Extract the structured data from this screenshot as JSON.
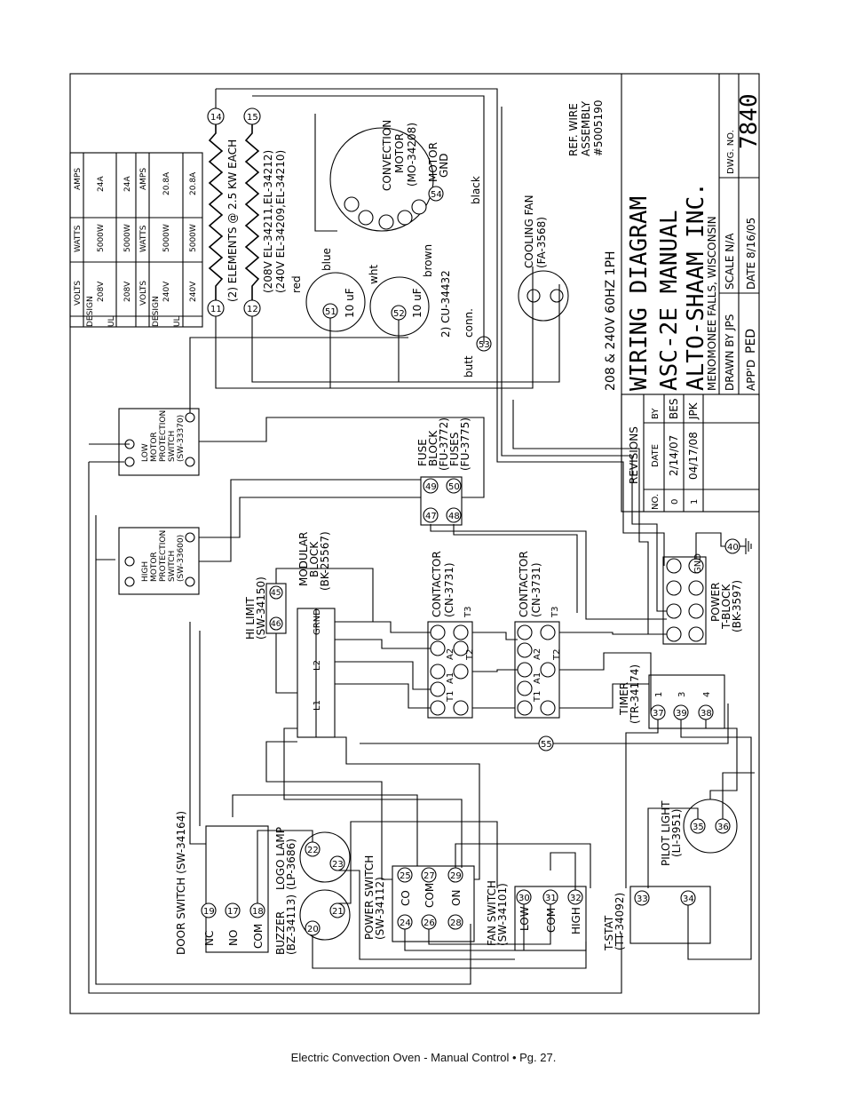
{
  "footer": {
    "text": "Electric Convection Oven - Manual Control  •  Pg. 27."
  },
  "title_block": {
    "line1": "208 & 240V 60HZ 1PH",
    "title": "WIRING DIAGRAM",
    "subtitle": "ASC-2E MANUAL",
    "company": "ALTO-SHAAM INC.",
    "location": "MENOMONEE FALLS, WISCONSIN",
    "drawn_by": "DRAWN BY JPS",
    "scale": "SCALE   N/A",
    "dwg_label": "DWG. NO.",
    "dwg_no": "7840",
    "appd": "APP'D",
    "appd_value": "PED",
    "date": "DATE 8/16/05",
    "ref1": "REF. WIRE",
    "ref2": "ASSEMBLY",
    "ref3": "#5005190"
  },
  "revisions": {
    "title": "REVISIONS",
    "headers": [
      "NO.",
      "DATE",
      "BY"
    ],
    "rows": [
      [
        "0",
        "2/14/07",
        "BES"
      ],
      [
        "1",
        "04/17/08",
        "JPK"
      ]
    ]
  },
  "ul_table": {
    "headers": [
      "VOLTS",
      "WATTS",
      "AMPS"
    ],
    "rows": [
      [
        "208V",
        "5000W",
        "24A"
      ],
      [
        "208V",
        "5000W",
        "24A"
      ],
      [
        "240V",
        "5000W",
        "20.8A"
      ],
      [
        "240V",
        "5000W",
        "20.8A"
      ]
    ],
    "side": [
      "UL",
      "DESIGN",
      "UL",
      "DESIGN"
    ]
  },
  "elements": {
    "line1": "(2) ELEMENTS @ 2.5 KW EACH",
    "line2": "(208V EL-34211,EL-34212)",
    "line3": "(240V EL-34209,EL-34210)",
    "t11": "11",
    "t12": "12",
    "t14": "14",
    "t15": "15"
  },
  "motor": {
    "label1": "CONVECTION",
    "label2": "MOTOR",
    "label3": "(MO-34208)",
    "gnd1": "MOTOR",
    "gnd2": "GND",
    "t54": "54"
  },
  "capacitors": {
    "red": "red",
    "blue": "blue",
    "wht": "wht",
    "brown": "brown",
    "black": "black",
    "cap1": "10 uF",
    "cap2": "10 uF",
    "t51": "51",
    "t52": "52",
    "cu": "2) CU-34432",
    "butt1": "butt",
    "butt2": "conn.",
    "t53": "53"
  },
  "cooling_fan": {
    "label1": "COOLING FAN",
    "label2": "(FA-3568)"
  },
  "low_switch": {
    "l1": "LOW",
    "l2": "MOTOR",
    "l3": "PROTECTION",
    "l4": "SWITCH",
    "l5": "(SW-33370)"
  },
  "high_switch": {
    "l1": "HIGH",
    "l2": "MOTOR",
    "l3": "PROTECTION",
    "l4": "SWITCH",
    "l5": "(SW-33600)"
  },
  "fuse": {
    "l1": "FUSE",
    "l2": "BLOCK",
    "l3": "(FU-3772)",
    "l4": "FUSES",
    "l5": "(FU-3775)",
    "t": [
      "47",
      "48",
      "49",
      "50"
    ]
  },
  "hilimit": {
    "l1": "HI LIMIT",
    "l2": "(SW-34150)",
    "t45": "45",
    "t46": "46"
  },
  "modular": {
    "l1": "MODULAR",
    "l2": "BLOCK",
    "l3": "(BK-25567)",
    "cols": [
      "L1",
      "L2",
      "GRND"
    ]
  },
  "contactor1": {
    "l1": "CONTACTOR",
    "l2": "(CN-3731)",
    "T3": "T3",
    "T2": "T2",
    "T1": "T1",
    "A1": "A1",
    "A2": "A2"
  },
  "contactor2": {
    "l1": "CONTACTOR",
    "l2": "(CN-3731)",
    "T3": "T3",
    "T2": "T2",
    "T1": "T1",
    "A1": "A1",
    "A2": "A2"
  },
  "power_block": {
    "l1": "POWER",
    "l2": "T-BLOCK",
    "l3": "(BK-3597)",
    "gnd": "GND",
    "t40": "40"
  },
  "timer": {
    "l1": "TIMER",
    "l2": "(TR-34174)",
    "p1": "1",
    "p3": "3",
    "p4": "4",
    "t37": "37",
    "t39": "39",
    "t38": "38"
  },
  "t55": "55",
  "pilot": {
    "l1": "PILOT LIGHT",
    "l2": "(LI-3951)",
    "t35": "35",
    "t36": "36"
  },
  "tstat": {
    "l1": "T-STAT",
    "l2": "(TT-34092)",
    "t33": "33",
    "t34": "34"
  },
  "door_switch": {
    "label": "DOOR SWITCH (SW-34164)",
    "nc": "NC",
    "no": "NO",
    "com": "COM",
    "t19": "19",
    "t17": "17",
    "t18": "18"
  },
  "buzzer": {
    "l1": "BUZZER",
    "l2": "(BZ-34113)",
    "t20": "20",
    "t21": "21"
  },
  "logo_lamp": {
    "l1": "LOGO LAMP",
    "l2": "(LP-3686)",
    "t22": "22",
    "t23": "23"
  },
  "power_switch": {
    "l1": "POWER SWITCH",
    "l2": "(SW-34112)",
    "co": "CO",
    "com": "COM",
    "on": "ON",
    "t24": "24",
    "t25": "25",
    "t26": "26",
    "t27": "27",
    "t28": "28",
    "t29": "29"
  },
  "fan_switch": {
    "l1": "FAN SWITCH",
    "l2": "(SW-34101)",
    "low": "LOW",
    "com": "COM",
    "high": "HIGH",
    "t30": "30",
    "t31": "31",
    "t32": "32"
  }
}
